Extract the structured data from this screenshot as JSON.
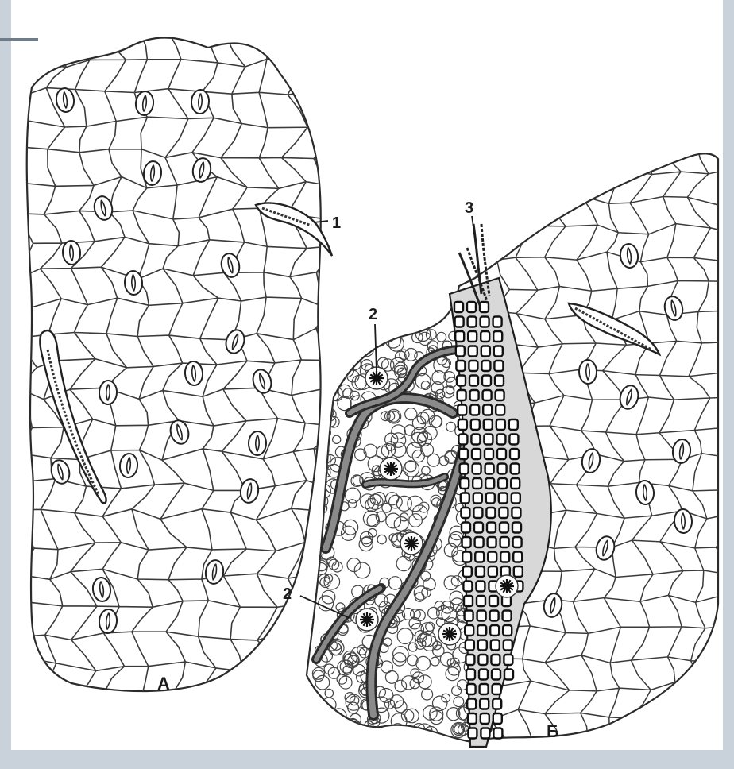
{
  "figure": {
    "fragment_a_label": "А",
    "fragment_b_label": "Б",
    "callouts": [
      {
        "id": "1",
        "text": "1"
      },
      {
        "id": "2a",
        "text": "2"
      },
      {
        "id": "2b",
        "text": "2"
      },
      {
        "id": "3",
        "text": "3"
      }
    ]
  }
}
